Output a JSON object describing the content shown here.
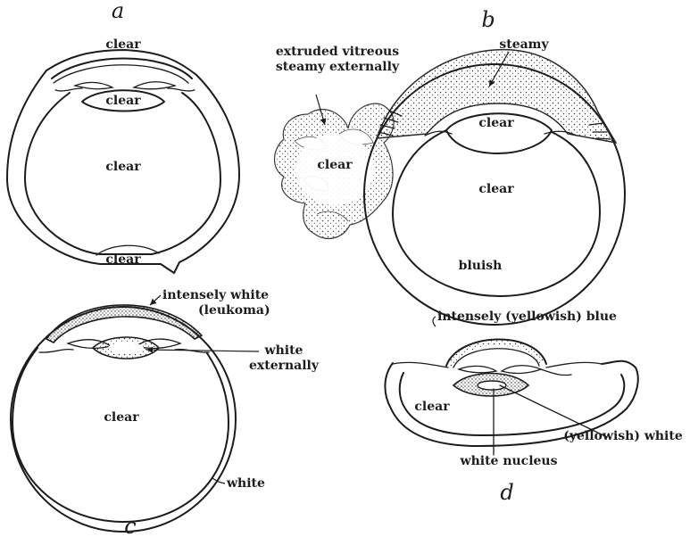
{
  "panel_letters": {
    "a": "a",
    "b": "b",
    "c": "c",
    "d": "d"
  },
  "labels": {
    "a_clear_top": "clear",
    "a_clear_lens": "clear",
    "a_clear_center": "clear",
    "a_clear_bottom": "clear",
    "extruded_line1": "extruded vitreous",
    "extruded_line2": "steamy externally",
    "extruded_clear": "clear",
    "b_steamy": "steamy",
    "b_clear_lens": "clear",
    "b_clear_center": "clear",
    "b_bluish": "bluish",
    "c_leukoma_line1": "intensely white",
    "c_leukoma_line2": "(leukoma)",
    "c_white_line1": "white",
    "c_white_line2": "externally",
    "c_clear": "clear",
    "c_white_rim": "white",
    "d_blue": "intensely (yellowish) blue",
    "d_clear": "clear",
    "d_yellowish_white": "(yellowish) white",
    "d_white_nucleus": "white nucleus"
  }
}
